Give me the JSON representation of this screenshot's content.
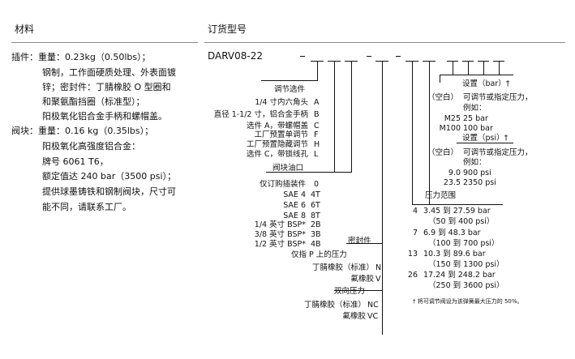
{
  "left": {
    "header": "材料",
    "lines": [
      "插件：重量：0.23kg（0.50lbs）；",
      "钢制，工作面硬质处理、外表面镀",
      "锌；密封件：丁腈橡胶 O 型圈和",
      "和聚氨酯挡圈（标准型）；",
      "阳极氧化铝合金手柄和螺帽盖。",
      "阀块：重量：0.16 kg（0.35lbs）；",
      "阳极氧化高强度铝合金：",
      "牌号 6061 T6，",
      "额定值达 240 bar（3500 psi）；",
      "提供球墨铸铁和钢制阀块，尺寸可",
      "能不同，请联系工厂。"
    ]
  },
  "right": {
    "header": "订货型号",
    "model": "DARV08-22",
    "adjust": {
      "title": "调节选件",
      "rows": [
        {
          "label": "1/4 寸内六角头",
          "code": "A"
        },
        {
          "label": "直径 1-1/2 寸，铝合金手柄",
          "code": "B"
        },
        {
          "label": "选件 A，带螺帽盖",
          "code": "C"
        },
        {
          "label": "工厂预置单调节",
          "code": "F"
        },
        {
          "label": "工厂预置隐藏调节",
          "code": "H"
        },
        {
          "label": "选件 C，带锁线孔",
          "code": "L"
        }
      ]
    },
    "port": {
      "title": "阀块油口",
      "rows": [
        {
          "label": "仅订购插装件",
          "code": "0"
        },
        {
          "label": "SAE 4",
          "code": "4T"
        },
        {
          "label": "SAE 6",
          "code": "6T"
        },
        {
          "label": "SAE 8",
          "code": "8T"
        },
        {
          "label": "1/4 英寸 BSP*",
          "code": "2B"
        },
        {
          "label": "3/8 英寸 BSP*",
          "code": "3B"
        },
        {
          "label": "1/2 英寸 BSP*",
          "code": "4B"
        }
      ]
    },
    "seal": {
      "title": "密封件",
      "p_only_title": "仅指 P 上的压力",
      "p_only": [
        {
          "label": "丁腈橡胶（标准）",
          "code": "N"
        },
        {
          "label": "氟橡胶",
          "code": "V"
        }
      ],
      "bi_title": "双向压力",
      "bi": [
        {
          "label": "丁腈橡胶（标准）",
          "code": "NC"
        },
        {
          "label": "氟橡胶",
          "code": "VC"
        }
      ]
    },
    "setting_bar": {
      "title": "设置（bar）†",
      "blank_code": "（空白）",
      "blank_desc1": "可调节或指定压力，",
      "blank_desc2": "例如：",
      "ex": [
        {
          "code": "M25",
          "value": "25 bar"
        },
        {
          "code": "M100",
          "value": "100 bar"
        }
      ]
    },
    "setting_psi": {
      "title": "设置（psi）†",
      "blank_code": "（空白）",
      "blank_desc1": "可调节或指定压力，",
      "blank_desc2": "例如：",
      "ex": [
        {
          "code": "9.0",
          "value": "900 psi"
        },
        {
          "code": "23.5",
          "value": "2350 psi"
        }
      ]
    },
    "range": {
      "title": "压力范围",
      "rows": [
        {
          "code": "4",
          "bar": "3.45 到 27.59 bar",
          "psi": "（50 到 400 psi）"
        },
        {
          "code": "7",
          "bar": "6.9 到 48.3 bar",
          "psi": "（100 到 700 psi）"
        },
        {
          "code": "13",
          "bar": "10.3 到 89.6 bar",
          "psi": "（150 到 1300 psi）"
        },
        {
          "code": "26",
          "bar": "17.24 到 248.2 bar",
          "psi": "（250 到 3600 psi）"
        }
      ]
    },
    "footnote": "† 将可调节阀设为该弹簧最大压力的 50%。"
  }
}
